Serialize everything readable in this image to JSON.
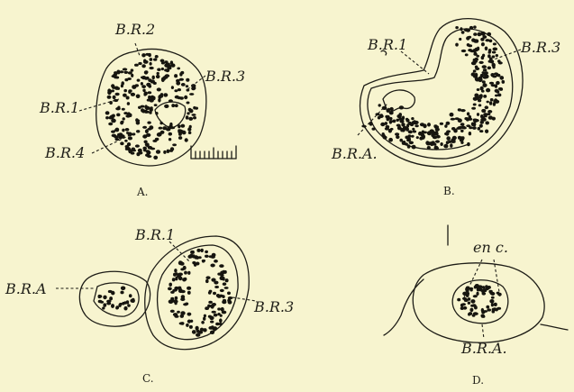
{
  "figures": {
    "A": {
      "caption": "A.",
      "labels": {
        "br2": "B.R.2",
        "br3": "B.R.3",
        "br1": "B.R.1",
        "br4": "B.R.4"
      }
    },
    "B": {
      "caption": "B.",
      "labels": {
        "br1": "B.R.1",
        "br3": "B.R.3",
        "bra": "B.R.A."
      }
    },
    "C": {
      "caption": "C.",
      "labels": {
        "br1": "B.R.1",
        "br3": "B.R.3",
        "bra": "B.R.A"
      }
    },
    "D": {
      "caption": "D.",
      "labels": {
        "enc": "en c.",
        "bra": "B.R.A."
      }
    }
  }
}
